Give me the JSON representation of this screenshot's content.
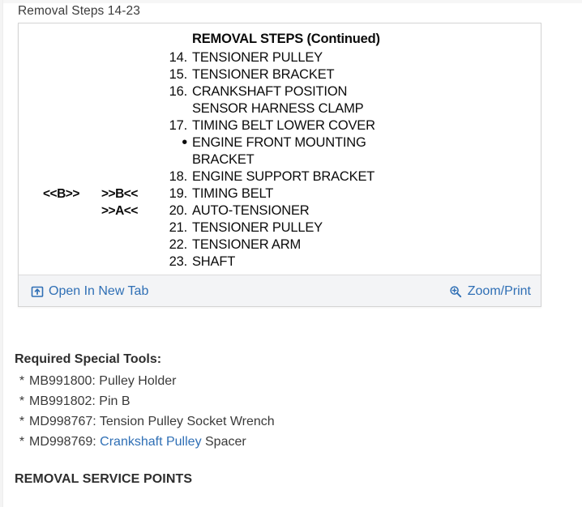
{
  "section": {
    "title": "Removal Steps 14-23"
  },
  "figure": {
    "heading": "REMOVAL STEPS (Continued)",
    "bullet_glyph": "•",
    "steps": [
      {
        "mark_left": "",
        "mark_right": "",
        "num": "14.",
        "label": "TENSIONER PULLEY"
      },
      {
        "mark_left": "",
        "mark_right": "",
        "num": "15.",
        "label": "TENSIONER BRACKET"
      },
      {
        "mark_left": "",
        "mark_right": "",
        "num": "16.",
        "label": "CRANKSHAFT POSITION"
      },
      {
        "mark_left": "",
        "mark_right": "",
        "num": "",
        "label": "SENSOR HARNESS CLAMP"
      },
      {
        "mark_left": "",
        "mark_right": "",
        "num": "17.",
        "label": "TIMING BELT LOWER COVER"
      },
      {
        "mark_left": "",
        "mark_right": "",
        "num": "•",
        "label": "ENGINE FRONT MOUNTING"
      },
      {
        "mark_left": "",
        "mark_right": "",
        "num": "",
        "label": "BRACKET"
      },
      {
        "mark_left": "",
        "mark_right": "",
        "num": "18.",
        "label": "ENGINE SUPPORT BRACKET"
      },
      {
        "mark_left": "<<B>>",
        "mark_right": ">>B<<",
        "num": "19.",
        "label": "TIMING BELT"
      },
      {
        "mark_left": "",
        "mark_right": ">>A<<",
        "num": "20.",
        "label": "AUTO-TENSIONER"
      },
      {
        "mark_left": "",
        "mark_right": "",
        "num": "21.",
        "label": "TENSIONER PULLEY"
      },
      {
        "mark_left": "",
        "mark_right": "",
        "num": "22.",
        "label": "TENSIONER ARM"
      },
      {
        "mark_left": "",
        "mark_right": "",
        "num": "23.",
        "label": "SHAFT"
      }
    ],
    "footer": {
      "open_new_tab_label": "Open In New Tab",
      "open_new_tab_icon": "open-in-new-tab-icon",
      "zoom_print_label": "Zoom/Print",
      "zoom_print_icon": "magnifier-plus-icon"
    }
  },
  "tools": {
    "title": "Required Special Tools:",
    "bullet": "*",
    "items": [
      {
        "text": "MB991800: Pulley Holder",
        "link": "",
        "suffix": ""
      },
      {
        "text": "MB991802: Pin B",
        "link": "",
        "suffix": ""
      },
      {
        "text": "MD998767: Tension Pulley Socket Wrench",
        "link": "",
        "suffix": ""
      },
      {
        "text": "MD998769: ",
        "link": "Crankshaft Pulley",
        "suffix": " Spacer"
      }
    ]
  },
  "bottom": {
    "heading": "REMOVAL SERVICE POINTS"
  },
  "colors": {
    "link": "#2f6fb5",
    "text": "#3a3a3a",
    "panel_border": "#d4d4d4",
    "footer_bg": "#f3f4f6"
  }
}
